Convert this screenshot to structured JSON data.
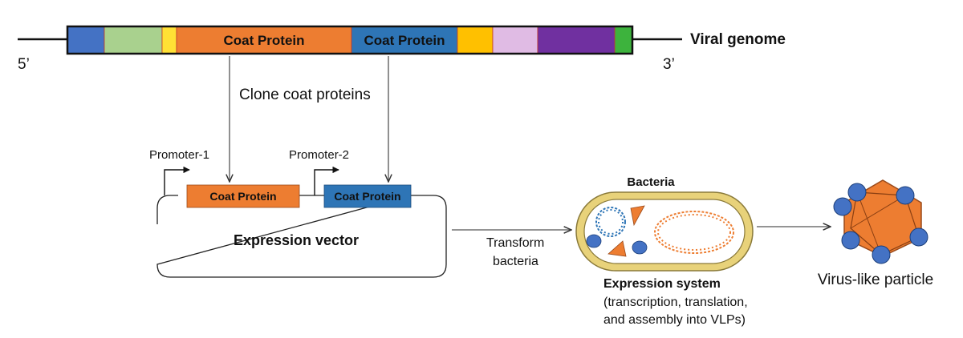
{
  "genome": {
    "label": "Viral genome",
    "five_prime": "5’",
    "three_prime": "3’",
    "segments": [
      {
        "color": "#4472C4",
        "text": ""
      },
      {
        "color": "#A9D18E",
        "text": ""
      },
      {
        "color": "#FFE135",
        "text": ""
      },
      {
        "color": "#ED7D31",
        "text": "Coat Protein"
      },
      {
        "color": "#2E75B6",
        "text": "Coat Protein"
      },
      {
        "color": "#FFC000",
        "text": ""
      },
      {
        "color": "#E0BBE4",
        "text": ""
      },
      {
        "color": "#7030A0",
        "text": ""
      },
      {
        "color": "#3DB33D",
        "text": ""
      }
    ]
  },
  "clone_label": "Clone coat proteins",
  "vector": {
    "label": "Expression vector",
    "promoter1": "Promoter-1",
    "promoter2": "Promoter-2",
    "gene1": "Coat Protein",
    "gene2": "Coat Protein",
    "gene1_color": "#ED7D31",
    "gene2_color": "#2E75B6"
  },
  "transform_label": [
    "Transform",
    "bacteria"
  ],
  "bacteria": {
    "title": "Bacteria",
    "caption_bold": "Expression system",
    "caption_lines": [
      "(transcription, translation,",
      "and assembly into VLPs)"
    ],
    "membrane_color": "#E8D27A",
    "dna_color_1": "#2E75B6",
    "dna_color_2": "#ED7D31",
    "protein_color": "#4472C4"
  },
  "vlp": {
    "label": "Virus-like particle",
    "body_color": "#ED7D31",
    "node_color": "#4472C4"
  }
}
